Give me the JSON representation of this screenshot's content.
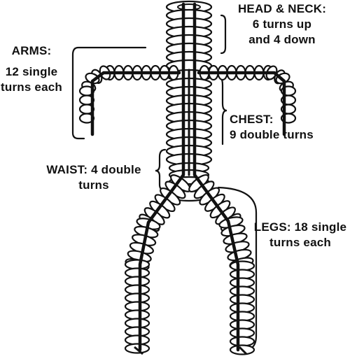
{
  "labels": {
    "head_neck": {
      "title": "HEAD & NECK:",
      "line1": "6 turns up",
      "line2": "and 4 down"
    },
    "arms": {
      "title": "ARMS:",
      "line1": "12 single",
      "line2": "turns each"
    },
    "chest": {
      "title": "CHEST:",
      "line1": "9 double turns"
    },
    "waist": {
      "title": "WAIST: 4 double",
      "line1": "turns"
    },
    "legs": {
      "title": "LEGS: 18 single",
      "line1": "turns each"
    }
  },
  "colors": {
    "ink": "#111111",
    "coil_fill": "#ffffff",
    "paper": "#ffffff"
  }
}
